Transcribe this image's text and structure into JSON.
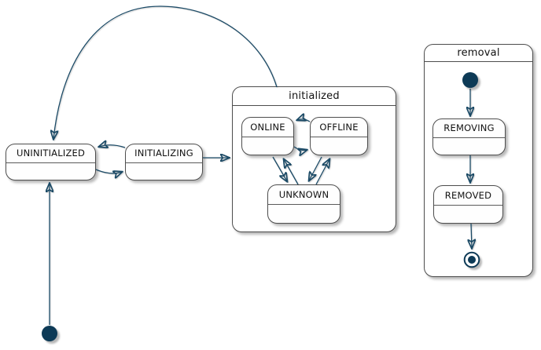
{
  "diagram": {
    "kind": "state-machine-diagram",
    "colors": {
      "arrow": "#1b4a66",
      "arrowhead": "#0d3a56",
      "node_fill": "#0d3a56",
      "state_border": "#4d4d4d",
      "state_fill": "#fefefe",
      "background": "#ffffff",
      "text": "#111111"
    },
    "states": {
      "uninitialized": {
        "label": "UNINITIALIZED"
      },
      "initializing": {
        "label": "INITIALIZING"
      },
      "online": {
        "label": "ONLINE"
      },
      "offline": {
        "label": "OFFLINE"
      },
      "unknown": {
        "label": "UNKNOWN"
      },
      "removing": {
        "label": "REMOVING"
      },
      "removed": {
        "label": "REMOVED"
      }
    },
    "composites": {
      "initialized": {
        "label": "initialized"
      },
      "removal": {
        "label": "removal"
      }
    },
    "markers": {
      "main_initial": "initial-state",
      "removal_initial": "initial-state",
      "removal_final": "final-state"
    },
    "transitions": [
      {
        "from": "initial",
        "to": "UNINITIALIZED"
      },
      {
        "from": "UNINITIALIZED",
        "to": "INITIALIZING"
      },
      {
        "from": "INITIALIZING",
        "to": "UNINITIALIZED"
      },
      {
        "from": "INITIALIZING",
        "to": "initialized"
      },
      {
        "from": "initialized",
        "to": "UNINITIALIZED"
      },
      {
        "from": "OFFLINE",
        "to": "ONLINE"
      },
      {
        "from": "ONLINE",
        "to": "OFFLINE"
      },
      {
        "from": "ONLINE",
        "to": "UNKNOWN"
      },
      {
        "from": "UNKNOWN",
        "to": "ONLINE"
      },
      {
        "from": "OFFLINE",
        "to": "UNKNOWN"
      },
      {
        "from": "UNKNOWN",
        "to": "OFFLINE"
      },
      {
        "from": "initial",
        "to": "REMOVING",
        "within": "removal"
      },
      {
        "from": "REMOVING",
        "to": "REMOVED",
        "within": "removal"
      },
      {
        "from": "REMOVED",
        "to": "final",
        "within": "removal"
      }
    ]
  }
}
